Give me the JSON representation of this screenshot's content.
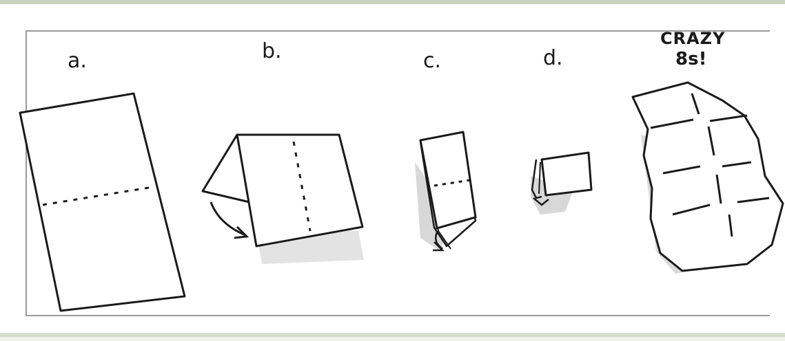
{
  "steps": [
    {
      "label": "a."
    },
    {
      "label": "b."
    },
    {
      "label": "c."
    },
    {
      "label": "d."
    }
  ],
  "result": {
    "line1": "CRAZY",
    "line2": "8s!"
  },
  "colors": {
    "ink": "#1a1a1a",
    "shadow": "#d8d8d8",
    "paper": "#ffffff",
    "frame": "#9a9a9a"
  }
}
